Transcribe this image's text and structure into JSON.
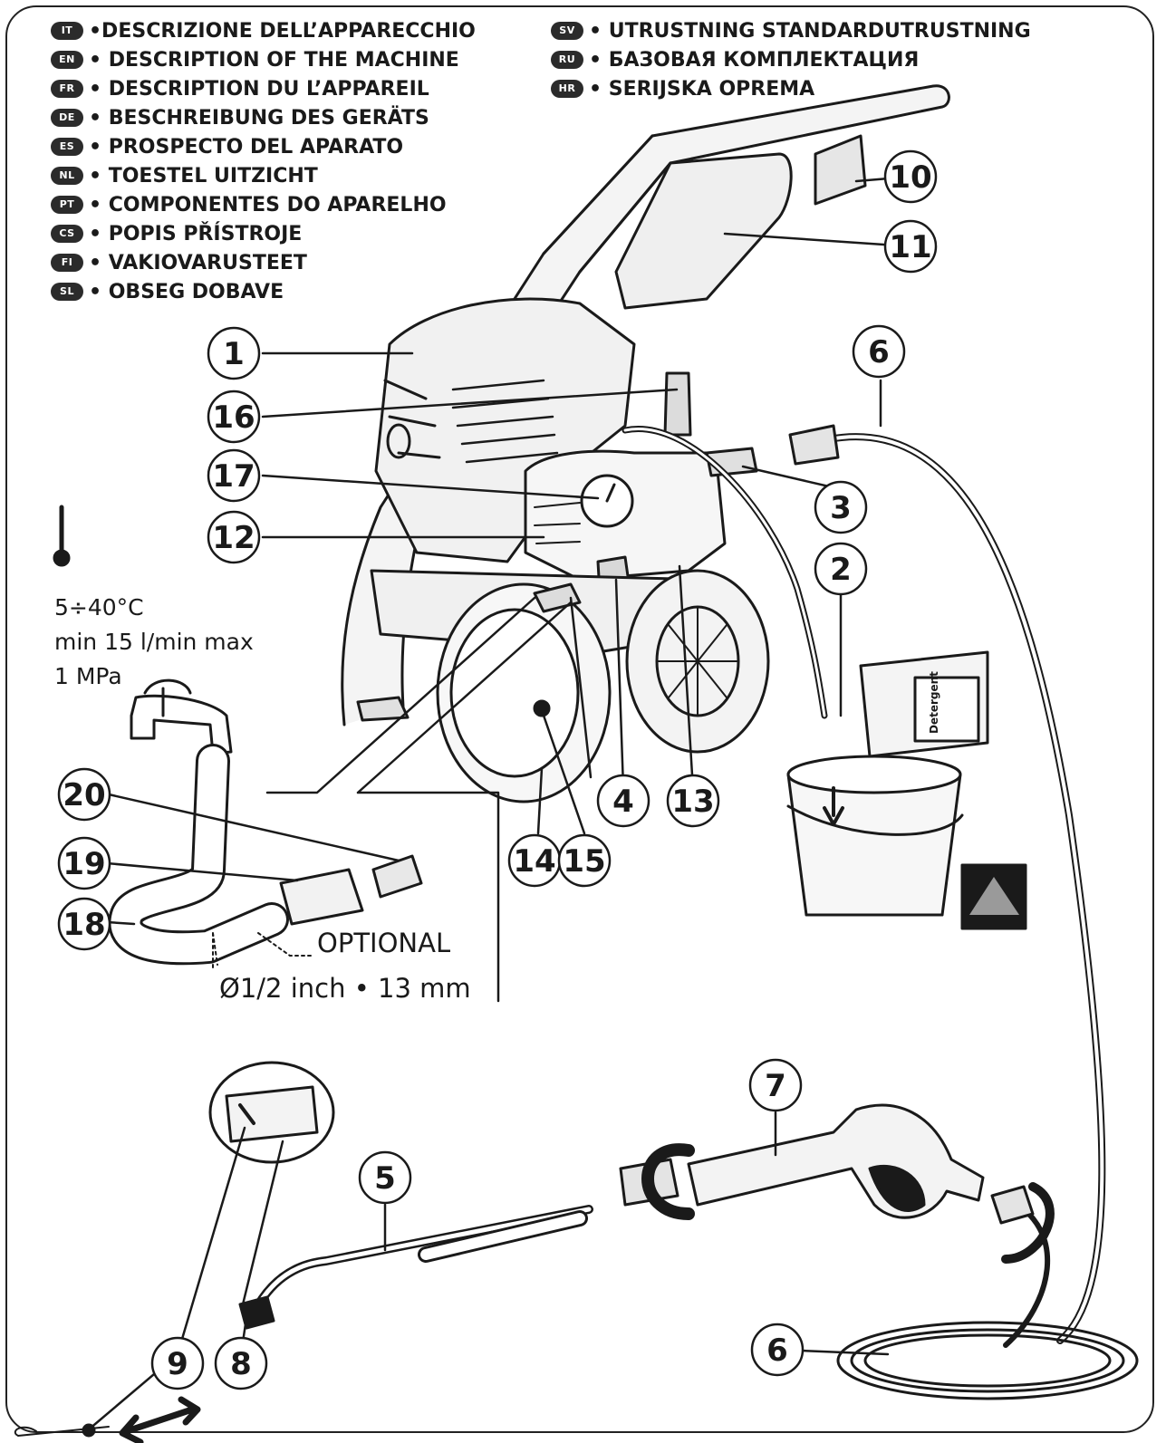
{
  "legend": {
    "left": [
      {
        "code": "IT",
        "text": "•DESCRIZIONE DELL’APPARECCHIO"
      },
      {
        "code": "EN",
        "text": "• DESCRIPTION OF THE MACHINE"
      },
      {
        "code": "FR",
        "text": "• DESCRIPTION DU L’APPAREIL"
      },
      {
        "code": "DE",
        "text": "• BESCHREIBUNG DES GERÄTS"
      },
      {
        "code": "ES",
        "text": "• PROSPECTO DEL APARATO"
      },
      {
        "code": "NL",
        "text": "• TOESTEL UITZICHT"
      },
      {
        "code": "PT",
        "text": "• COMPONENTES  DO APARELHO"
      },
      {
        "code": "CS",
        "text": "• POPIS PŘÍSTROJE"
      },
      {
        "code": "FI",
        "text": "• VAKIOVARUSTEET"
      },
      {
        "code": "SL",
        "text": "• OBSEG DOBAVE"
      }
    ],
    "right": [
      {
        "code": "SV",
        "text": "• UTRUSTNING STANDARDUTRUSTNING"
      },
      {
        "code": "RU",
        "text": "• БАЗОВАЯ КОМПЛЕКТАЦИЯ"
      },
      {
        "code": "HR",
        "text": "• SERIJSKA OPREMA"
      }
    ]
  },
  "water_spec": {
    "temperature": "5÷40°C",
    "flow": "min 15 l/min max",
    "pressure": "1 MPa"
  },
  "hose_labels": {
    "optional": "OPTIONAL",
    "diameter": "Ø1/2 inch • 13 mm"
  },
  "detergent_label": "Detergent",
  "callouts": [
    "1",
    "2",
    "3",
    "4",
    "5",
    "6",
    "6",
    "7",
    "8",
    "9",
    "10",
    "11",
    "12",
    "13",
    "14",
    "15",
    "16",
    "17",
    "18",
    "19",
    "20"
  ],
  "colors": {
    "line": "#1a1a1a",
    "fill_light": "#f2f2f2",
    "fill_grey": "#9a9a9a"
  }
}
